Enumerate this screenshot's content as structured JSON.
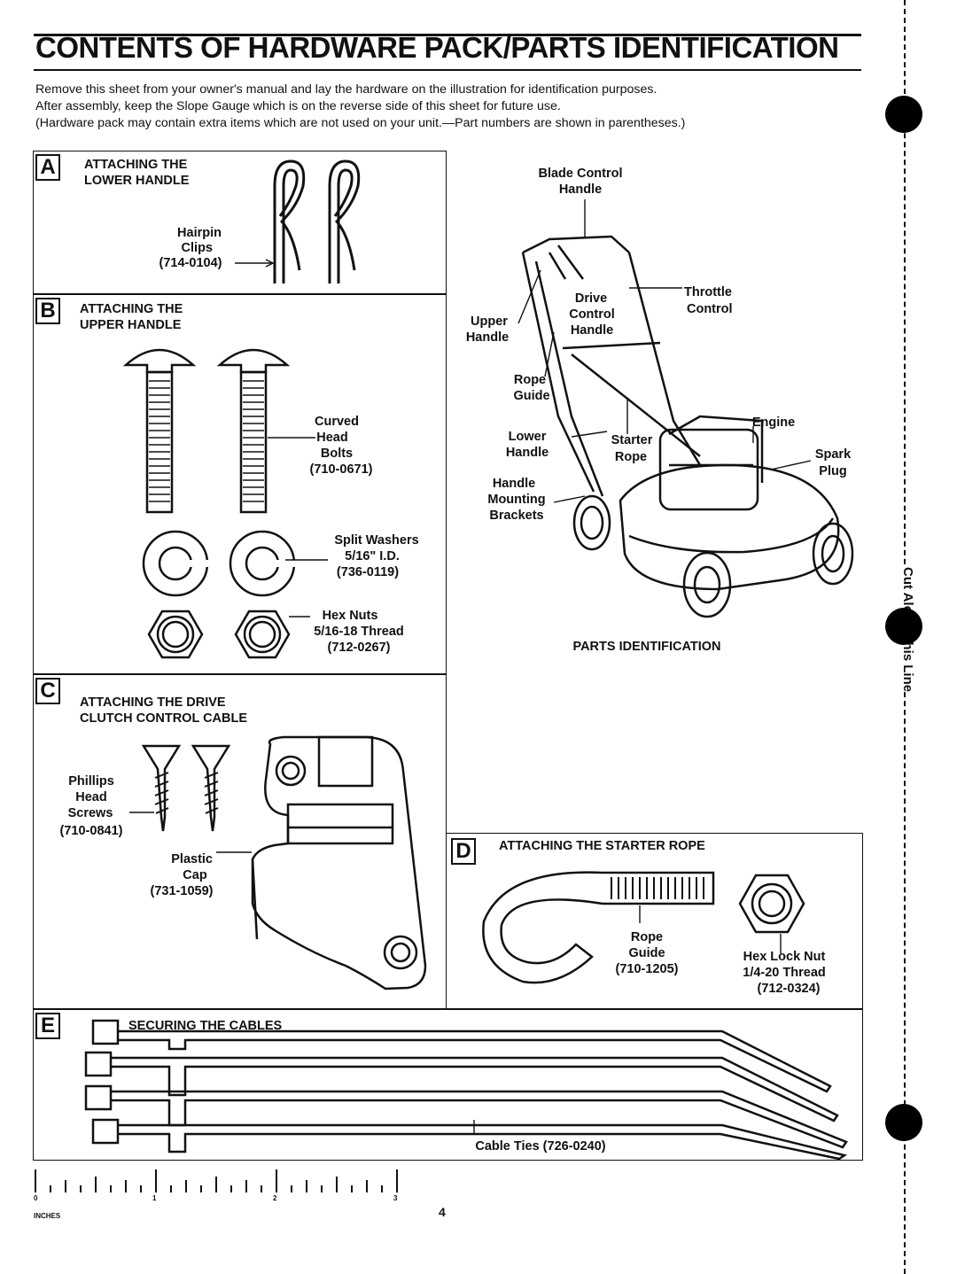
{
  "header": {
    "title": "CONTENTS OF HARDWARE PACK/PARTS IDENTIFICATION"
  },
  "intro": {
    "line1": "Remove this sheet from your owner's manual and lay the hardware on the illustration for identification purposes.",
    "line2": "After assembly, keep the Slope Gauge which is on the reverse side of this sheet for future use.",
    "line3": "(Hardware pack may contain extra items which are not used on your unit.—Part numbers are shown in parentheses.)"
  },
  "section_a": {
    "letter": "A",
    "title1": "ATTACHING THE",
    "title2": "LOWER HANDLE",
    "part_name1": "Hairpin",
    "part_name2": "Clips",
    "part_number": "(714-0104)"
  },
  "section_b": {
    "letter": "B",
    "title1": "ATTACHING THE",
    "title2": "UPPER HANDLE",
    "bolts": {
      "l1": "Curved",
      "l2": "Head",
      "l3": "Bolts",
      "num": "(710-0671)"
    },
    "washers": {
      "l1": "Split Washers",
      "l2": "5/16\" I.D.",
      "num": "(736-0119)"
    },
    "nuts": {
      "l1": "Hex Nuts",
      "l2": "5/16-18 Thread",
      "num": "(712-0267)"
    }
  },
  "section_c": {
    "letter": "C",
    "title1": "ATTACHING THE DRIVE",
    "title2": "CLUTCH CONTROL CABLE",
    "screws": {
      "l1": "Phillips",
      "l2": "Head",
      "l3": "Screws",
      "num": "(710-0841)"
    },
    "cap": {
      "l1": "Plastic",
      "l2": "Cap",
      "num": "(731-1059)"
    }
  },
  "section_d": {
    "letter": "D",
    "title": "ATTACHING THE STARTER ROPE",
    "guide": {
      "l1": "Rope",
      "l2": "Guide",
      "num": "(710-1205)"
    },
    "nut": {
      "l1": "Hex Lock Nut",
      "l2": "1/4-20 Thread",
      "num": "(712-0324)"
    }
  },
  "section_e": {
    "letter": "E",
    "title": "SECURING THE CABLES",
    "ties": "Cable Ties (726-0240)"
  },
  "parts": {
    "caption": "PARTS IDENTIFICATION",
    "blade_control_1": "Blade Control",
    "blade_control_2": "Handle",
    "drive_1": "Drive",
    "drive_2": "Control",
    "drive_3": "Handle",
    "throttle_1": "Throttle",
    "throttle_2": "Control",
    "upper_1": "Upper",
    "upper_2": "Handle",
    "rope_guide_1": "Rope",
    "rope_guide_2": "Guide",
    "lower_1": "Lower",
    "lower_2": "Handle",
    "starter_1": "Starter",
    "starter_2": "Rope",
    "engine": "Engine",
    "spark_1": "Spark",
    "spark_2": "Plug",
    "brackets_1": "Handle",
    "brackets_2": "Mounting",
    "brackets_3": "Brackets"
  },
  "ruler": {
    "n0": "0",
    "n1": "1",
    "n2": "2",
    "n3": "3",
    "unit": "INCHES"
  },
  "footer": {
    "page": "4"
  },
  "cut": {
    "text": "Cut Along This Line"
  }
}
